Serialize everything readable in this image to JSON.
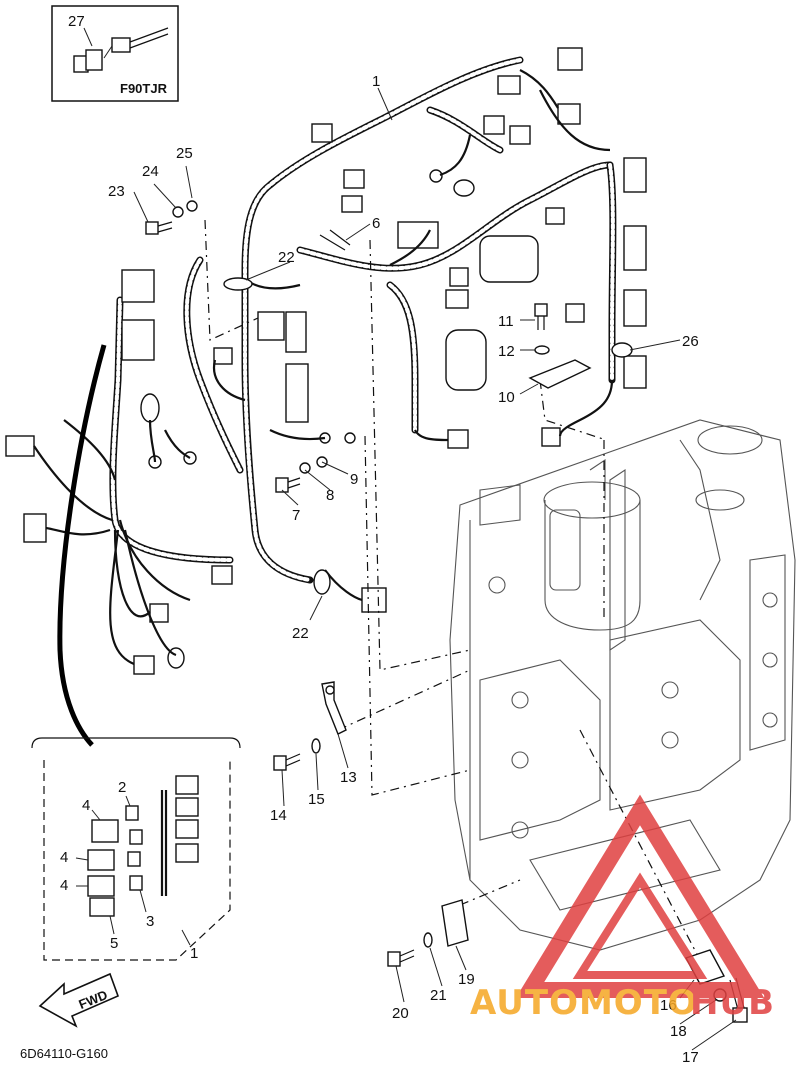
{
  "inset_top": {
    "part_no": "27",
    "model": "F90TJR"
  },
  "callouts": {
    "c1": "1",
    "c2": "2",
    "c3": "3",
    "c4a": "4",
    "c4b": "4",
    "c4c": "4",
    "c5": "5",
    "c6": "6",
    "c7": "7",
    "c8": "8",
    "c9": "9",
    "c10": "10",
    "c11": "11",
    "c12": "12",
    "c13": "13",
    "c14": "14",
    "c15": "15",
    "c16": "16",
    "c17": "17",
    "c18": "18",
    "c19": "19",
    "c20": "20",
    "c21": "21",
    "c22a": "22",
    "c22b": "22",
    "c23": "23",
    "c24": "24",
    "c25": "25",
    "c26": "26",
    "c1_inset": "1"
  },
  "fwd_label": "FWD",
  "diagram_code": "6D64110-G160",
  "watermark": {
    "part1": "AUTOMOTO",
    "part2": "HUB",
    "color1": "#f5a623",
    "color2": "#e04040"
  }
}
